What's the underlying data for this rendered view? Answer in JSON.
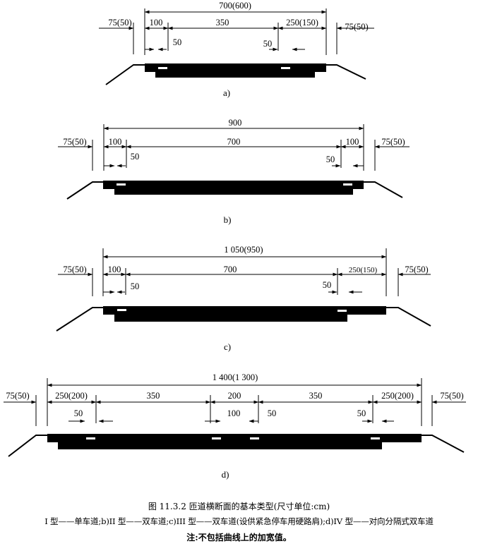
{
  "figure": {
    "title": "图 11.3.2   匝道横断面的基本类型(尺寸单位:cm)",
    "types_line": "I 型——单车道;b)II 型——双车道;c)III 型——双车道(设供紧急停车用硬路肩);d)IV 型——对向分隔式双车道",
    "note": "注:不包括曲线上的加宽值。"
  },
  "panels": [
    {
      "caption": "a)",
      "total": "700(600)",
      "left_outer": "75(50)",
      "right_outer": "75(50)",
      "segments": [
        "100",
        "350",
        "250(150)"
      ],
      "offsets": [
        "50",
        "50"
      ]
    },
    {
      "caption": "b)",
      "total": "900",
      "left_outer": "75(50)",
      "right_outer": "75(50)",
      "segments": [
        "100",
        "700",
        "100"
      ],
      "offsets": [
        "50",
        "50"
      ]
    },
    {
      "caption": "c)",
      "total": "1 050(950)",
      "left_outer": "75(50)",
      "right_outer": "75(50)",
      "segments": [
        "100",
        "700",
        "250(150)"
      ],
      "offsets": [
        "50",
        "50"
      ]
    },
    {
      "caption": "d)",
      "total": "1 400(1 300)",
      "left_outer": "75(50)",
      "right_outer": "75(50)",
      "segments": [
        "250(200)",
        "350",
        "200",
        "350",
        "250(200)"
      ],
      "offsets": [
        "50",
        "100",
        "50",
        "50"
      ]
    }
  ]
}
